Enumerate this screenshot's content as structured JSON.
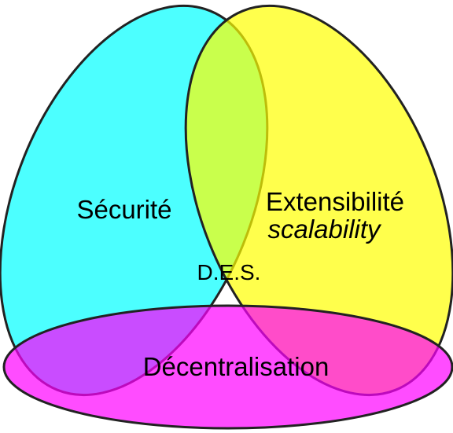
{
  "diagram": {
    "sets": {
      "security": {
        "label": "Sécurité",
        "color": "#00ffff"
      },
      "scalability": {
        "label": "Extensibilité",
        "sublabel": "scalability",
        "color": "#ffff00"
      },
      "decentralization": {
        "label": "Décentralisation",
        "color": "#ff00ff"
      }
    },
    "center_label": "D.E.S.",
    "outline_color": "#222222",
    "fill_opacity": 0.7
  }
}
